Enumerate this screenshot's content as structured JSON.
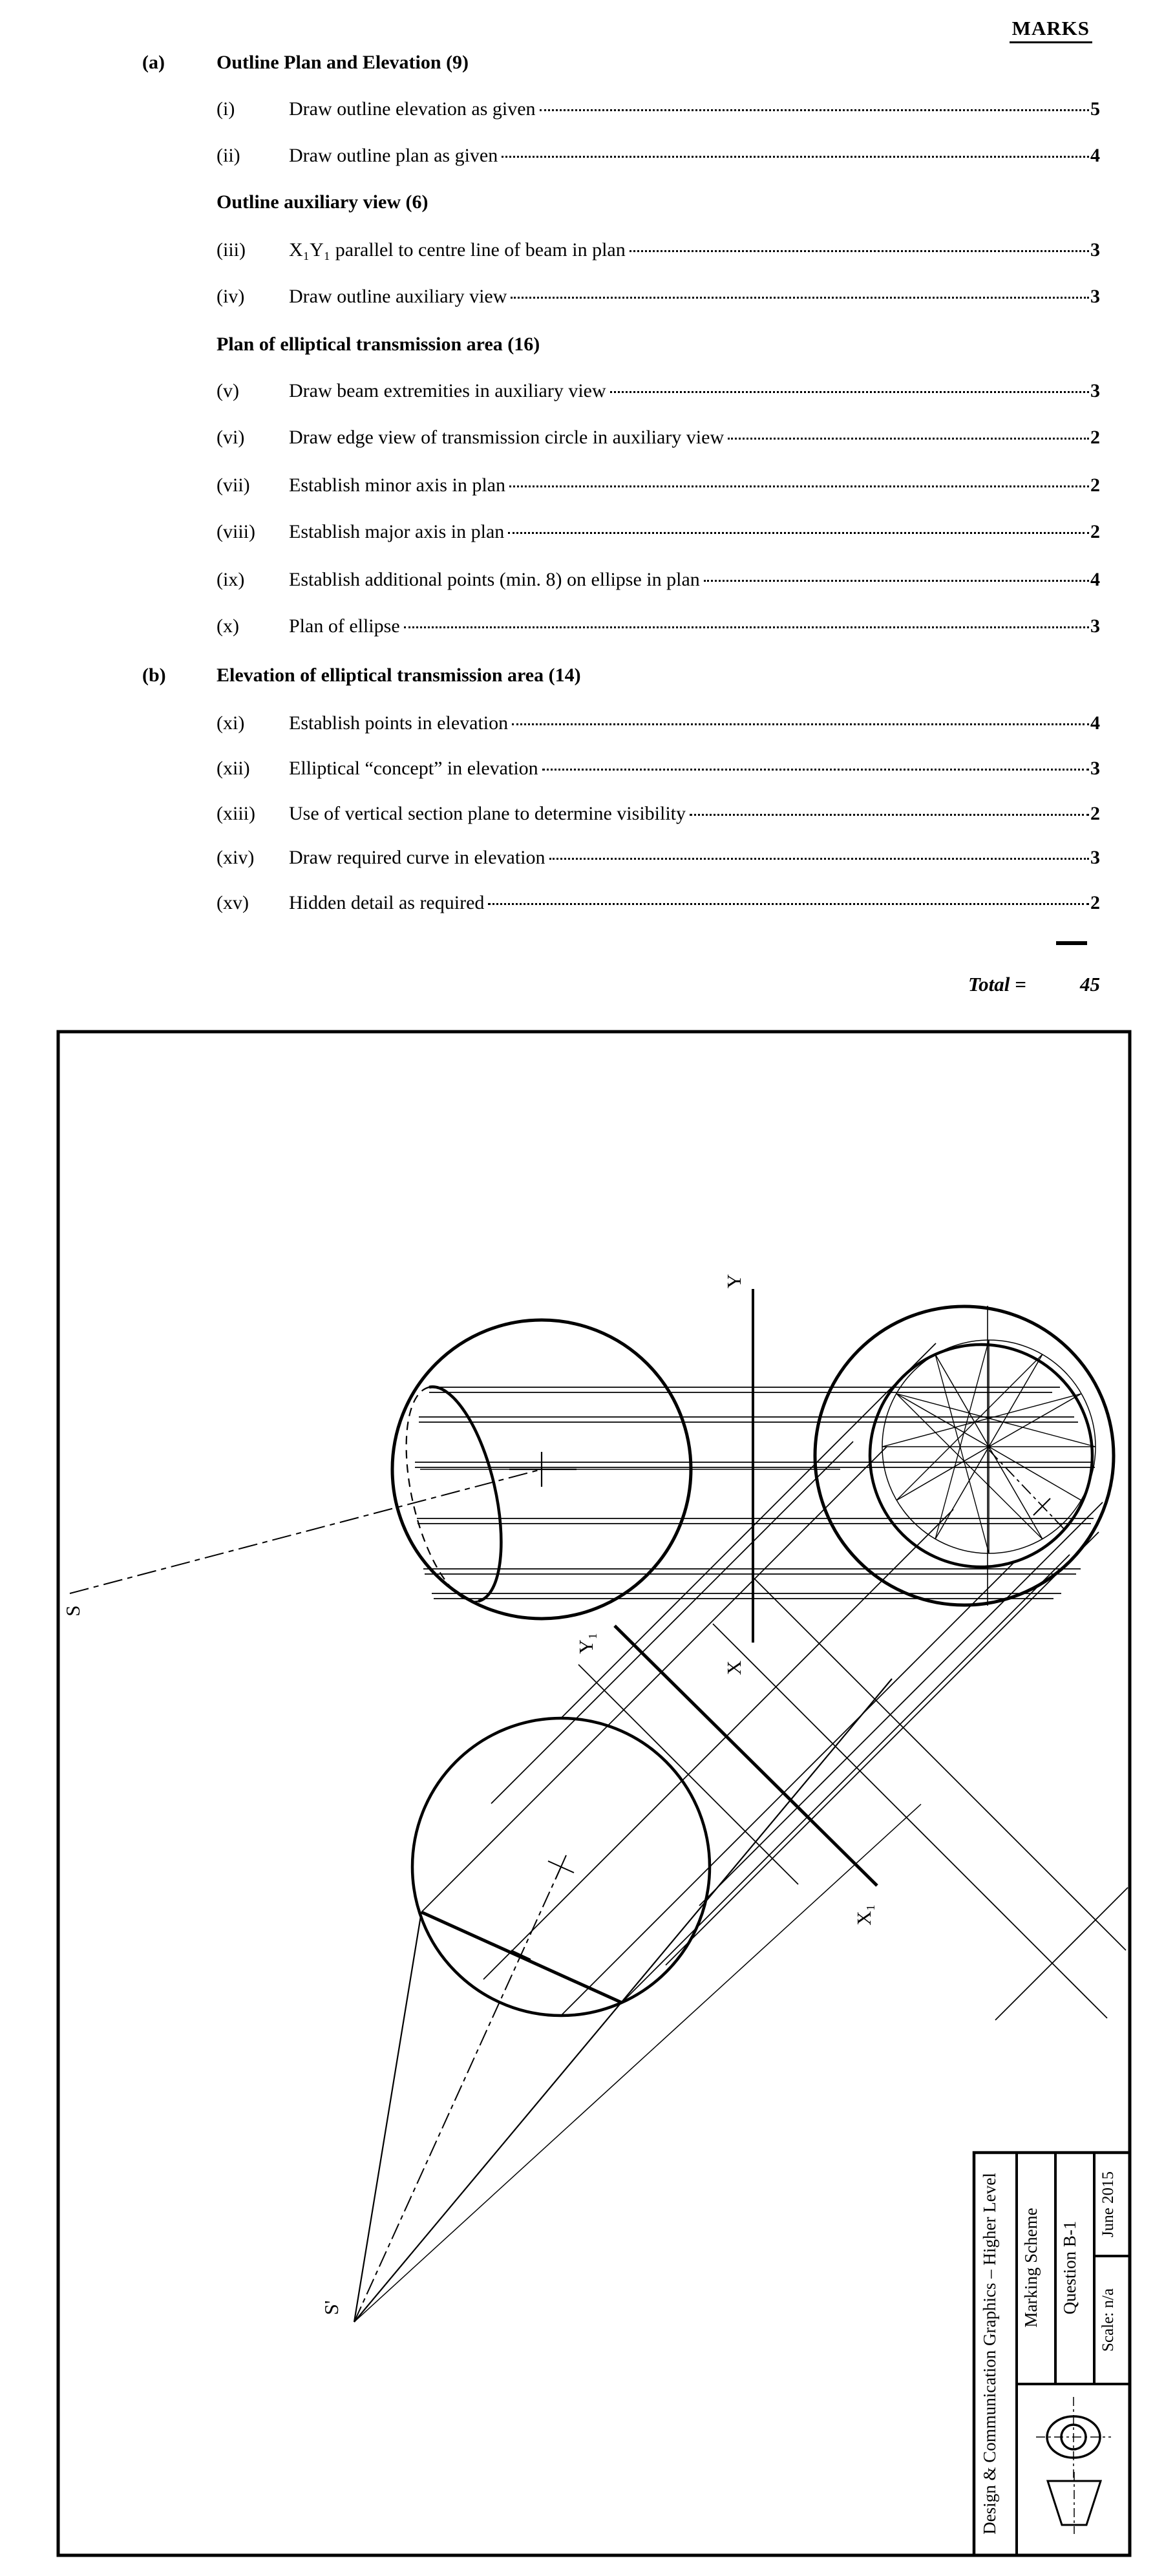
{
  "page": {
    "marks_header": "MARKS",
    "total_label": "Total =",
    "total_value": "45"
  },
  "sections": [
    {
      "label": "(a)",
      "heading": "Outline Plan and Elevation (9)",
      "items": [
        {
          "num": "(i)",
          "text": "Draw outline elevation as given",
          "marks": "5"
        },
        {
          "num": "(ii)",
          "text": "Draw outline plan as given",
          "marks": "4"
        }
      ]
    },
    {
      "label": "",
      "heading": "Outline auxiliary view (6)",
      "items": [
        {
          "num": "(iii)",
          "text": "X₁Y₁ parallel to centre line of beam in plan",
          "marks": "3"
        },
        {
          "num": "(iv)",
          "text": "Draw outline auxiliary view",
          "marks": "3"
        }
      ]
    },
    {
      "label": "",
      "heading": "Plan of elliptical transmission area (16)",
      "items": [
        {
          "num": "(v)",
          "text": "Draw beam extremities in auxiliary view",
          "marks": "3"
        },
        {
          "num": "(vi)",
          "text": "Draw edge view of transmission circle in auxiliary view",
          "marks": "2"
        },
        {
          "num": "(vii)",
          "text": "Establish minor axis in plan",
          "marks": "2"
        },
        {
          "num": "(viii)",
          "text": "Establish major axis in plan",
          "marks": "2"
        },
        {
          "num": "(ix)",
          "text": "Establish additional points (min. 8) on ellipse in plan",
          "marks": "4"
        },
        {
          "num": "(x)",
          "text": "Plan of ellipse",
          "marks": "3"
        }
      ]
    },
    {
      "label": "(b)",
      "heading": "Elevation of elliptical transmission area (14)",
      "items": [
        {
          "num": "(xi)",
          "text": "Establish points in elevation",
          "marks": "4"
        },
        {
          "num": "(xii)",
          "text": "Elliptical “concept” in elevation",
          "marks": "3"
        },
        {
          "num": "(xiii)",
          "text": "Use of vertical section plane to determine visibility",
          "marks": "2"
        },
        {
          "num": "(xiv)",
          "text": "Draw required curve in elevation",
          "marks": "3"
        },
        {
          "num": "(xv)",
          "text": "Hidden detail as required",
          "marks": "2"
        }
      ]
    }
  ],
  "drawing": {
    "labels": {
      "y": "Y",
      "x": "X",
      "y1": "Y₁",
      "x1": "X₁",
      "s": "S",
      "s_prime": "S'"
    },
    "title_block": {
      "course": "Design & Communication Graphics – Higher Level",
      "doc": "Marking Scheme",
      "question": "Question B-1",
      "date": "June 2015",
      "scale": "Scale: n/a"
    }
  }
}
